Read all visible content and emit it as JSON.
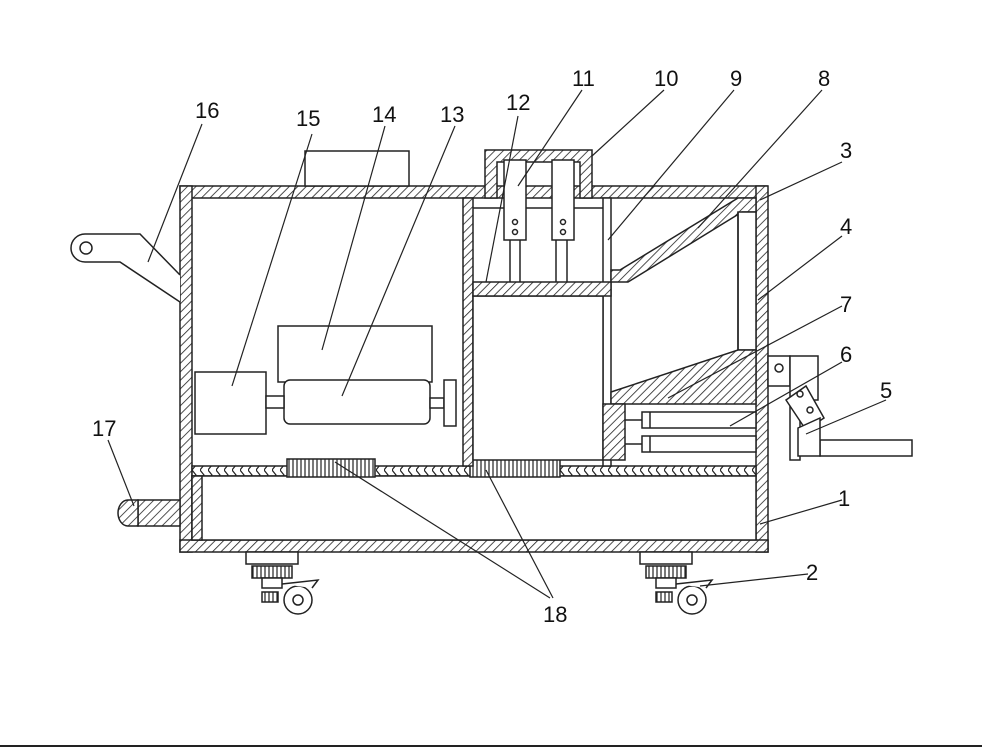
{
  "diagram": {
    "labels": [
      {
        "id": "1",
        "text": "1"
      },
      {
        "id": "2",
        "text": "2"
      },
      {
        "id": "3",
        "text": "3"
      },
      {
        "id": "4",
        "text": "4"
      },
      {
        "id": "5",
        "text": "5"
      },
      {
        "id": "6",
        "text": "6"
      },
      {
        "id": "7",
        "text": "7"
      },
      {
        "id": "8",
        "text": "8"
      },
      {
        "id": "9",
        "text": "9"
      },
      {
        "id": "10",
        "text": "10"
      },
      {
        "id": "11",
        "text": "11"
      },
      {
        "id": "12",
        "text": "12"
      },
      {
        "id": "13",
        "text": "13"
      },
      {
        "id": "14",
        "text": "14"
      },
      {
        "id": "15",
        "text": "15"
      },
      {
        "id": "16",
        "text": "16"
      },
      {
        "id": "17",
        "text": "17"
      },
      {
        "id": "18",
        "text": "18"
      }
    ],
    "colors": {
      "line": "#222222",
      "background": "#ffffff"
    }
  }
}
